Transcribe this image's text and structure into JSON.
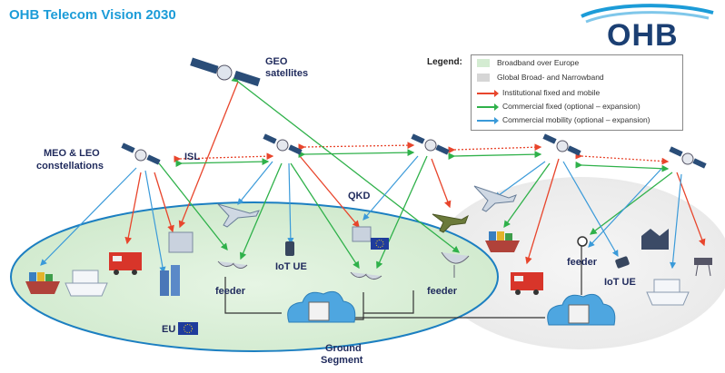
{
  "title": "OHB Telecom Vision 2030",
  "logo": "OHB",
  "labels": {
    "geo": "GEO",
    "geo2": "satellites",
    "meo": "MEO & LEO",
    "meo2": "constellations",
    "isl": "ISL",
    "qkd": "QKD",
    "feeder1": "feeder",
    "iot1": "IoT UE",
    "feeder2": "feeder",
    "feeder3": "feeder",
    "iot2": "IoT UE",
    "eu": "EU",
    "ground": "Ground",
    "ground2": "Segment"
  },
  "legend": {
    "title": "Legend:",
    "items": [
      {
        "label": "Broadband over Europe",
        "color": "#d4ecd2",
        "kind": "swatch"
      },
      {
        "label": "Global Broad- and Narrowband",
        "color": "#d6d6d6",
        "kind": "swatch"
      },
      {
        "label": "Institutional fixed and mobile",
        "color": "#e8452c",
        "kind": "arrow"
      },
      {
        "label": "Commercial fixed (optional – expansion)",
        "color": "#2fb14a",
        "kind": "arrow"
      },
      {
        "label": "Commercial mobility (optional – expansion)",
        "color": "#3a9ad9",
        "kind": "arrow"
      }
    ]
  },
  "colors": {
    "title": "#1c9cd8",
    "ellipse_fill": "#d9f0d7",
    "ellipse_stroke": "#1c7fc1",
    "institutional": "#e8452c",
    "commercial_fixed": "#2fb14a",
    "commercial_mobility": "#3a9ad9"
  }
}
